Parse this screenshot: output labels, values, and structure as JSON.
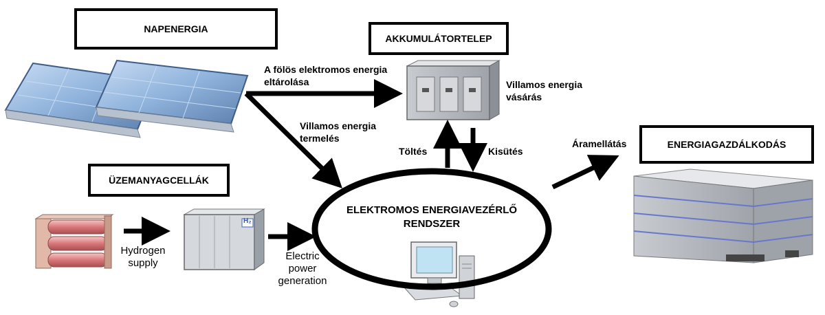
{
  "boxes": {
    "solar": "NAPENERGIA",
    "battery": "AKKUMULÁTORTELEP",
    "fuel_cells": "ÜZEMANYAGCELLÁK",
    "energy_management": "ENERGIAGAZDÁLKODÁS"
  },
  "labels": {
    "surplus_storage": [
      "A fölös elektromos energia",
      "eltárolása"
    ],
    "generation": [
      "Villamos energia",
      "termelés"
    ],
    "purchase": [
      "Villamos energia",
      "vásárás"
    ],
    "charging": "Töltés",
    "discharging": "Kisütés",
    "power_supply": "Áramellátás",
    "hydrogen_supply": [
      "Hydrogen",
      "supply"
    ],
    "electric_generation": [
      "Electric",
      "power",
      "generation"
    ],
    "control_system": [
      "ELEKTROMOS ENERGIAVEZÉRLŐ",
      "RENDSZER"
    ]
  },
  "icons": {
    "solar_panels": "solar-panel-icon",
    "battery_building": "battery-building-icon",
    "hydrogen_tanks": "hydrogen-tank-icon",
    "fuel_cell_unit": "fuel-cell-icon",
    "computer": "computer-icon",
    "office_building": "office-building-icon",
    "fuel_cell_tag": "H₂"
  },
  "colors": {
    "panel_blue": "#8fb3dc",
    "panel_dark": "#5d7fae",
    "tank_red": "#d9777a",
    "building_grey": "#b9bcc1",
    "stripe_blue": "#6677cc"
  }
}
